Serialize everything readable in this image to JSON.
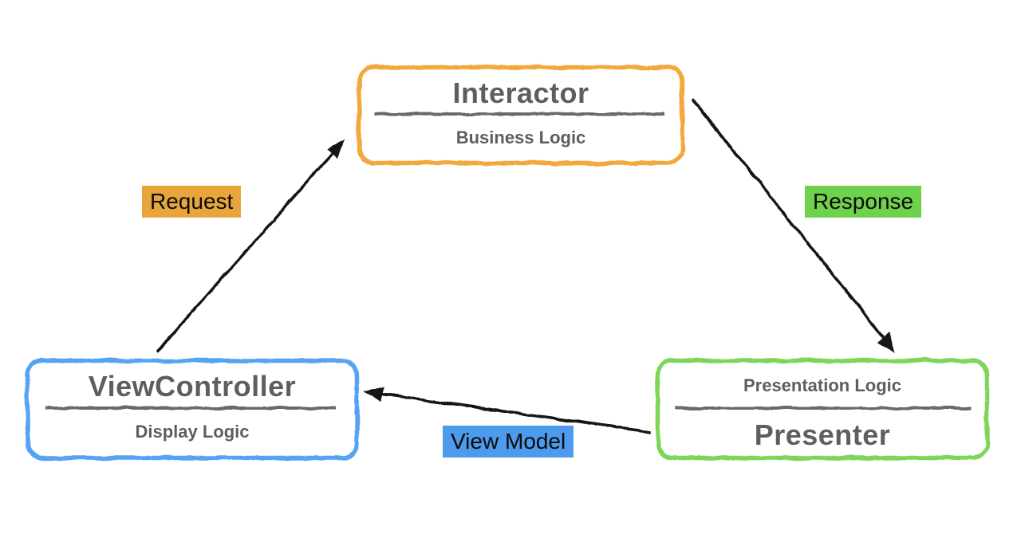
{
  "diagram": {
    "type": "architecture-cycle-diagram",
    "boxes": {
      "interactor": {
        "title": "Interactor",
        "subtitle": "Business Logic",
        "border_color": "#F2A83B"
      },
      "view_controller": {
        "title": "ViewController",
        "subtitle": "Display Logic",
        "border_color": "#57A2F3"
      },
      "presenter": {
        "title": "Presenter",
        "subtitle": "Presentation Logic",
        "border_color": "#7DD55A"
      }
    },
    "arrows": {
      "request": {
        "label": "Request",
        "from": "view_controller",
        "to": "interactor",
        "label_bg": "#E8A53C"
      },
      "response": {
        "label": "Response",
        "from": "interactor",
        "to": "presenter",
        "label_bg": "#6FD24D"
      },
      "view_model": {
        "label": "View Model",
        "from": "presenter",
        "to": "view_controller",
        "label_bg": "#4E9AEC"
      }
    },
    "colors": {
      "title_text": "#5E5E5E",
      "separator": "#6A6A6A",
      "arrow": "#141414",
      "background": "#FFFFFF"
    }
  }
}
